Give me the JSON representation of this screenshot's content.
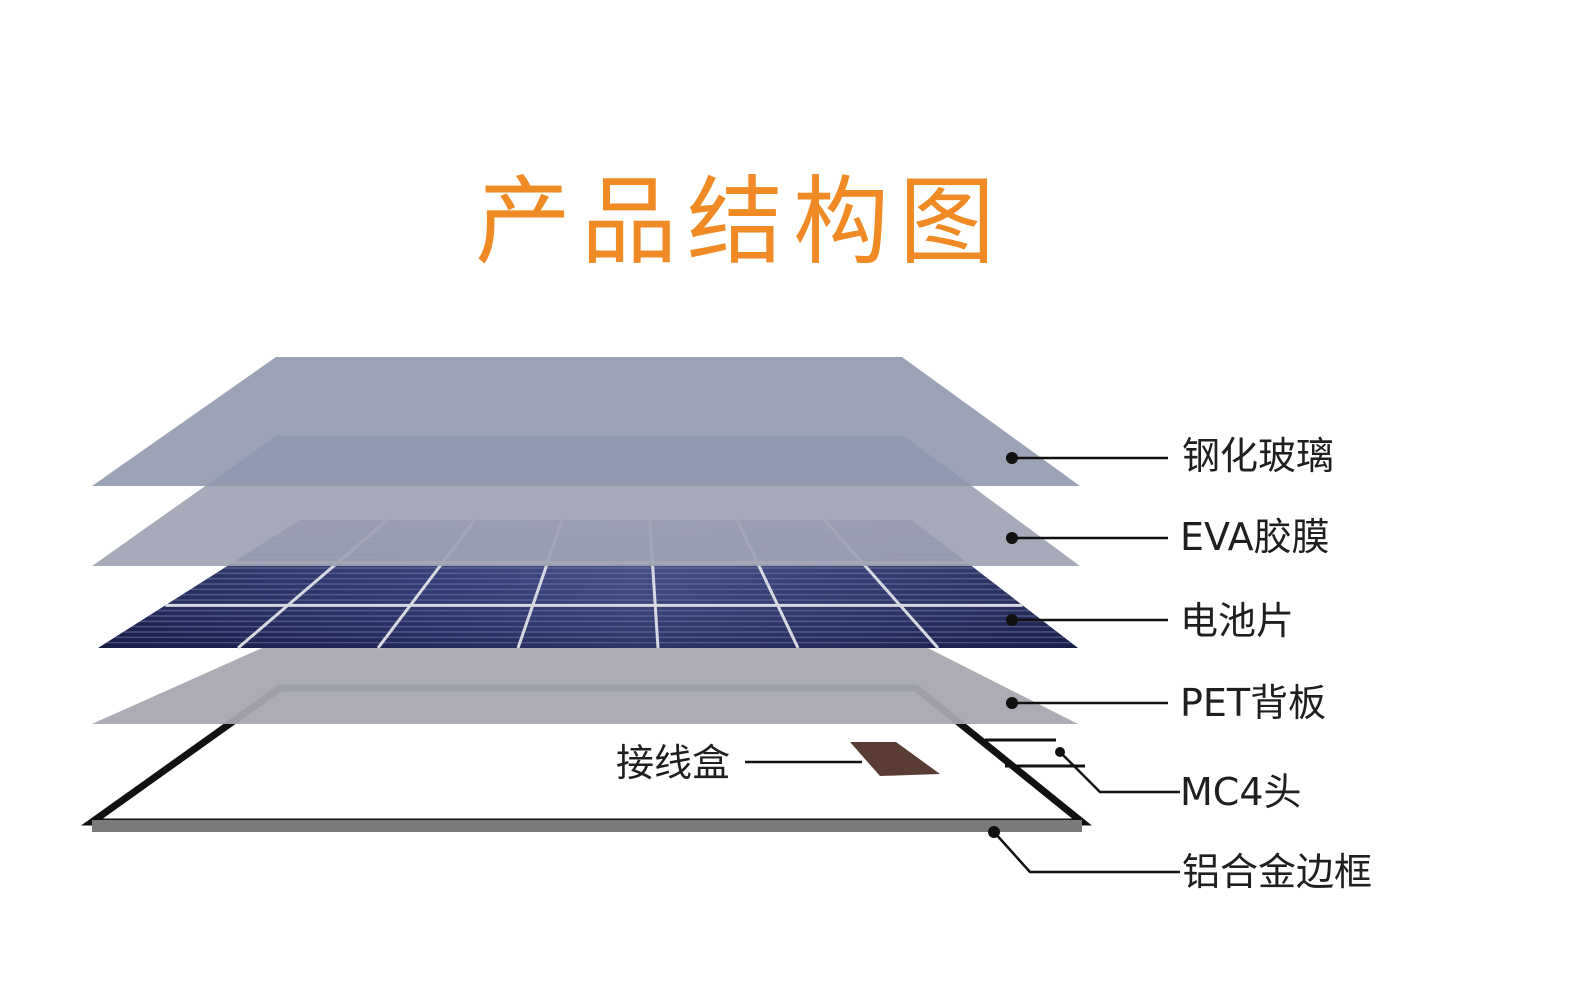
{
  "title": "产品结构图",
  "colors": {
    "title": "#f08a24",
    "glass": "#8e96ad",
    "eva": "#a4a8b8",
    "cell_dark": "#1e2453",
    "cell_light": "#4a5588",
    "grid": "#d7d9e0",
    "backsheet": "#a6a8b0",
    "frame_dark": "#111111",
    "frame_gray": "#7a7a7c",
    "junction_box": "#5a3c34"
  },
  "labels": {
    "glass": "钢化玻璃",
    "eva": "EVA胶膜",
    "cells": "电池片",
    "backsheet": "PET背板",
    "junction_box": "接线盒",
    "mc4": "MC4头",
    "frame": "铝合金边框"
  }
}
